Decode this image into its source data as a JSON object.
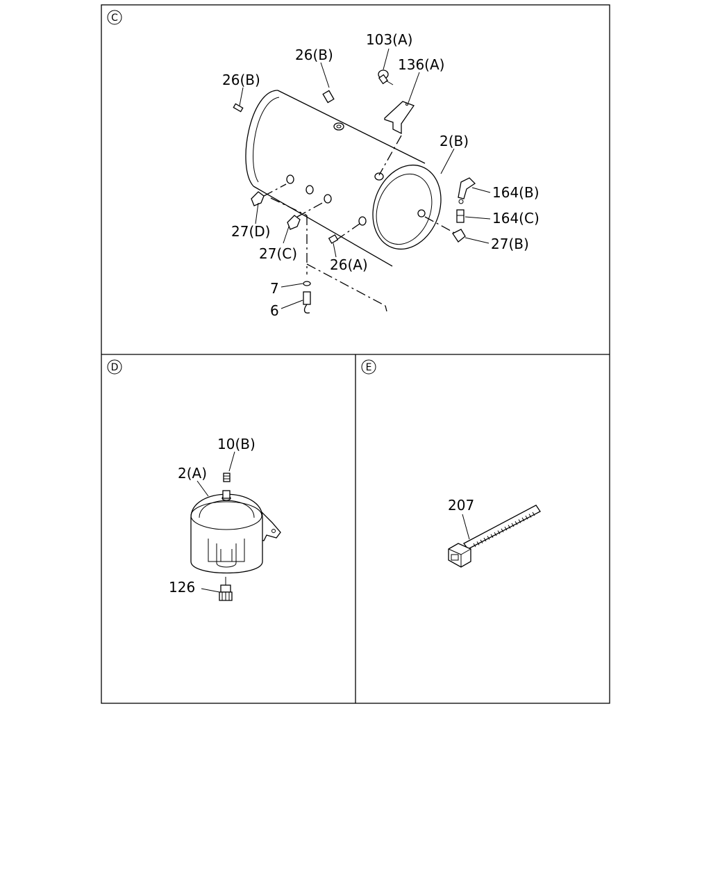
{
  "sections": {
    "c": {
      "marker": "C"
    },
    "d": {
      "marker": "D"
    },
    "e": {
      "marker": "E"
    }
  },
  "labels": {
    "p103a": "103(A)",
    "p136a": "136(A)",
    "p26b_top": "26(B)",
    "p26b_left": "26(B)",
    "p2b": "2(B)",
    "p164b": "164(B)",
    "p164c": "164(C)",
    "p27b": "27(B)",
    "p27d": "27(D)",
    "p27c": "27(C)",
    "p26a": "26(A)",
    "p7": "7",
    "p6": "6",
    "p10b": "10(B)",
    "p2a": "2(A)",
    "p126": "126",
    "p207": "207"
  }
}
